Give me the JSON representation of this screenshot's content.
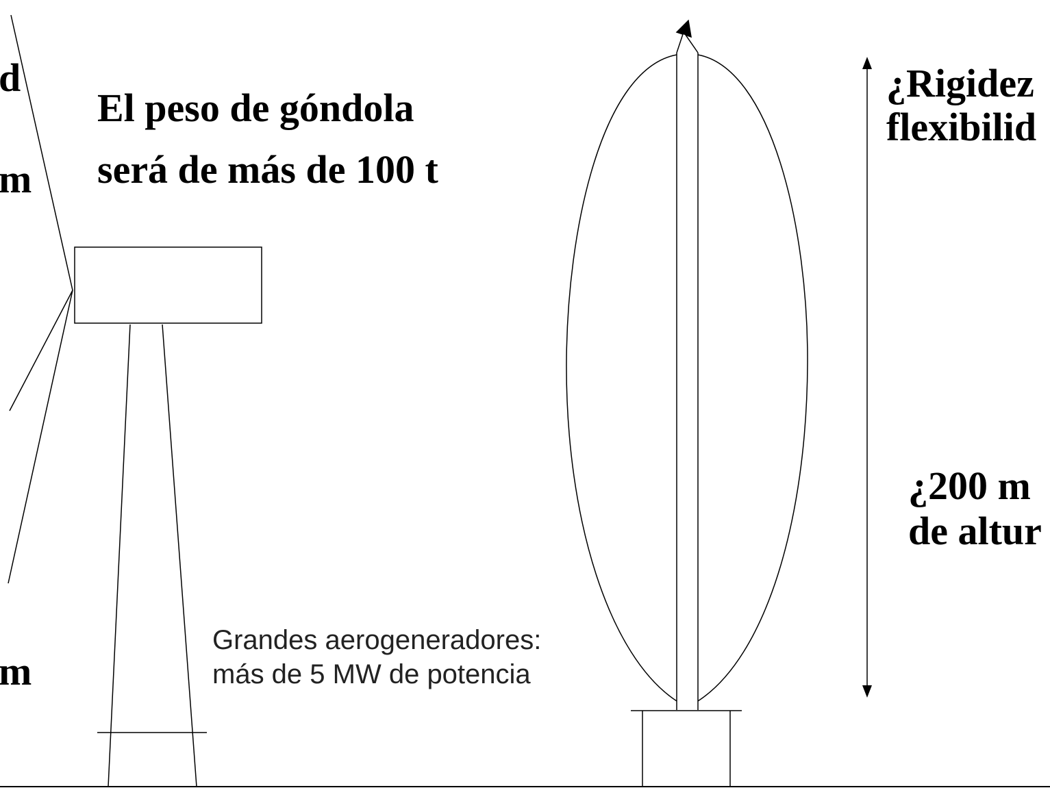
{
  "texts": {
    "left_fragment_1": "d",
    "left_fragment_2": "m",
    "left_fragment_3": "m",
    "nacelle_weight_line1": "El peso de góndola",
    "nacelle_weight_line2": "será de más de 100 t",
    "rigidity_line1": "¿Rigidez",
    "rigidity_line2": "flexibilid",
    "height_line1": "¿200 m",
    "height_line2": "de altur",
    "turbines_line1": "Grandes aerogeneradores:",
    "turbines_line2": "más de 5 MW de potencia"
  },
  "colors": {
    "stroke": "#000000",
    "background": "#ffffff"
  }
}
